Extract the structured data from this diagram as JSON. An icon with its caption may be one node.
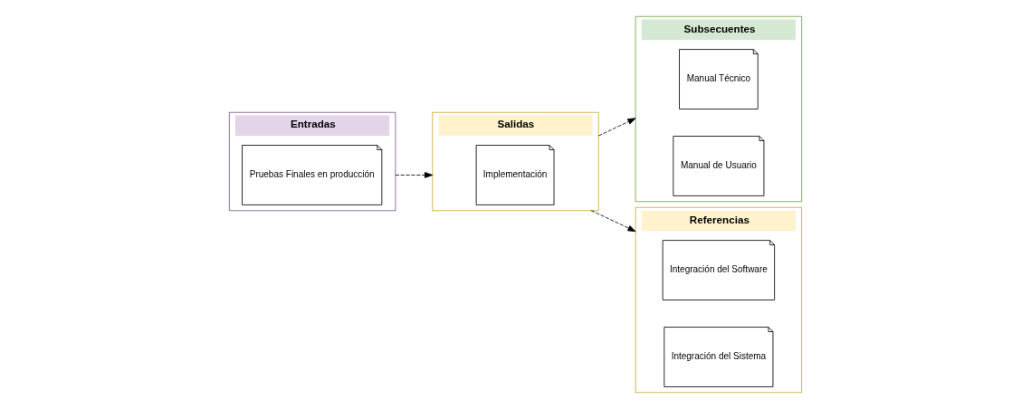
{
  "diagram": {
    "nodes": [
      {
        "text": [
          "Entradas"
        ]
      },
      {
        "text": [
          "Pruebas Finales en producción"
        ],
        "in": 0
      },
      {
        "text": [
          "Salidas"
        ]
      },
      {
        "text": [
          "Implementación"
        ],
        "in": 2
      },
      {
        "text": [
          "Subsecuentes"
        ]
      },
      {
        "text": [
          "Manual Técnico"
        ],
        "in": 4
      },
      {
        "text": [
          "Manual de Usuario"
        ],
        "in": 4
      },
      {
        "text": [
          "Referencias"
        ]
      },
      {
        "text": [
          "Integración del Software"
        ],
        "in": 7
      },
      {
        "text": [
          "Integración del Sistema"
        ],
        "in": 7
      }
    ],
    "edges": [
      {
        "from": 0,
        "to": 2,
        "arrow": "to",
        "style": "dashed"
      },
      {
        "from": 2,
        "to": 4,
        "arrow": "to",
        "style": "dashed"
      },
      {
        "from": 2,
        "to": 7,
        "arrow": "to",
        "style": "dashed"
      }
    ]
  }
}
